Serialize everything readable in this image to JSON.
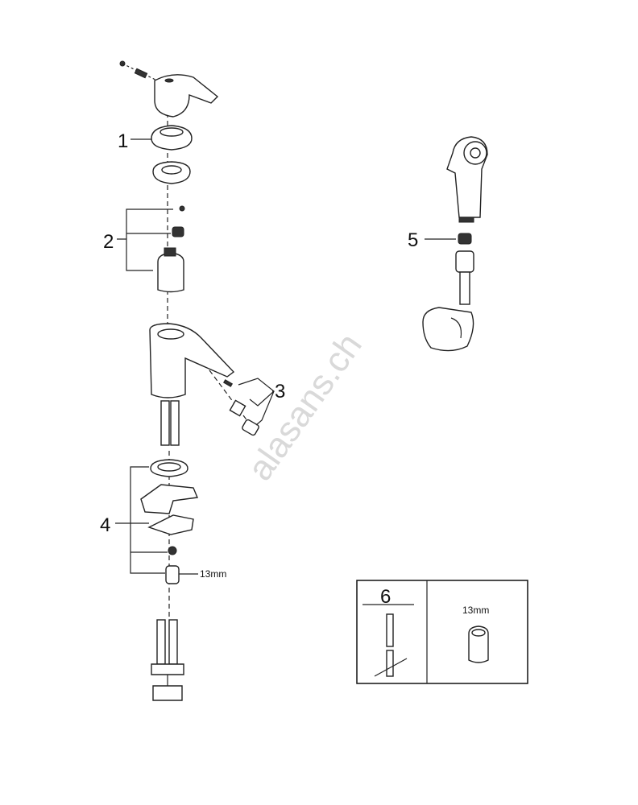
{
  "watermark": "alasans.ch",
  "callouts": {
    "part1": "1",
    "part2": "2",
    "part3": "3",
    "part4": "4",
    "part5": "5",
    "part6": "6"
  },
  "dimension_label": "13mm",
  "tool_box": {
    "number": "6",
    "size_label": "13mm"
  },
  "colors": {
    "line": "#222222",
    "watermark": "#d9d9d9"
  }
}
